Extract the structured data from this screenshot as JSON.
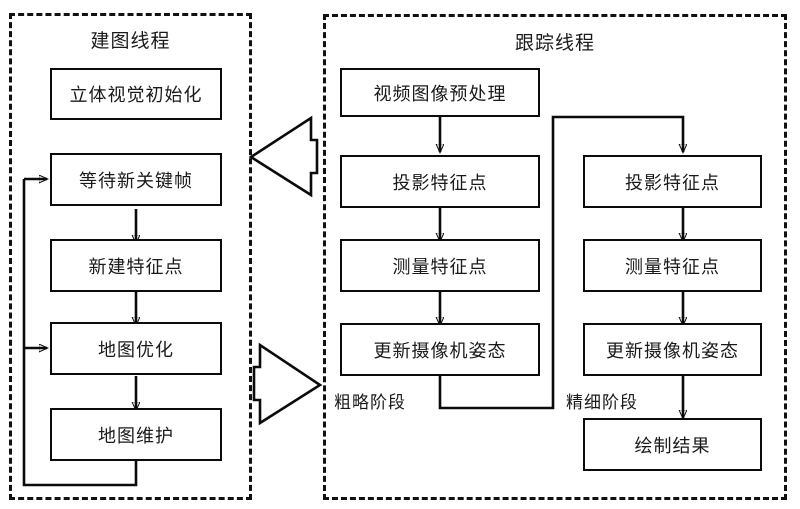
{
  "diagram": {
    "title_left": "建图线程",
    "title_right": "跟踪线程",
    "mapping_thread": {
      "label": "建图线程",
      "nodes": [
        {
          "id": "stereo-init",
          "label": "立体视觉初始化"
        },
        {
          "id": "wait-keyframe",
          "label": "等待新关键帧"
        },
        {
          "id": "new-features",
          "label": "新建特征点"
        },
        {
          "id": "map-optimize",
          "label": "地图优化"
        },
        {
          "id": "map-maintain",
          "label": "地图维护"
        }
      ]
    },
    "tracking_thread": {
      "label": "跟踪线程",
      "coarse_stage_label": "粗略阶段",
      "fine_stage_label": "精细阶段",
      "coarse_nodes": [
        {
          "id": "video-preprocess",
          "label": "视频图像预处理"
        },
        {
          "id": "project-features-c",
          "label": "投影特征点"
        },
        {
          "id": "measure-features-c",
          "label": "测量特征点"
        },
        {
          "id": "update-pose-c",
          "label": "更新摄像机姿态"
        }
      ],
      "fine_nodes": [
        {
          "id": "project-features-f",
          "label": "投影特征点"
        },
        {
          "id": "measure-features-f",
          "label": "测量特征点"
        },
        {
          "id": "update-pose-f",
          "label": "更新摄像机姿态"
        },
        {
          "id": "render-result",
          "label": "绘制结果"
        }
      ]
    },
    "interconnect_arrows": [
      {
        "id": "tracking-to-mapping",
        "direction": "left"
      },
      {
        "id": "mapping-to-tracking",
        "direction": "right"
      }
    ],
    "colors": {
      "stroke": "#0b0b0b",
      "text": "#1a1a1a",
      "background": "#ffffff"
    }
  }
}
